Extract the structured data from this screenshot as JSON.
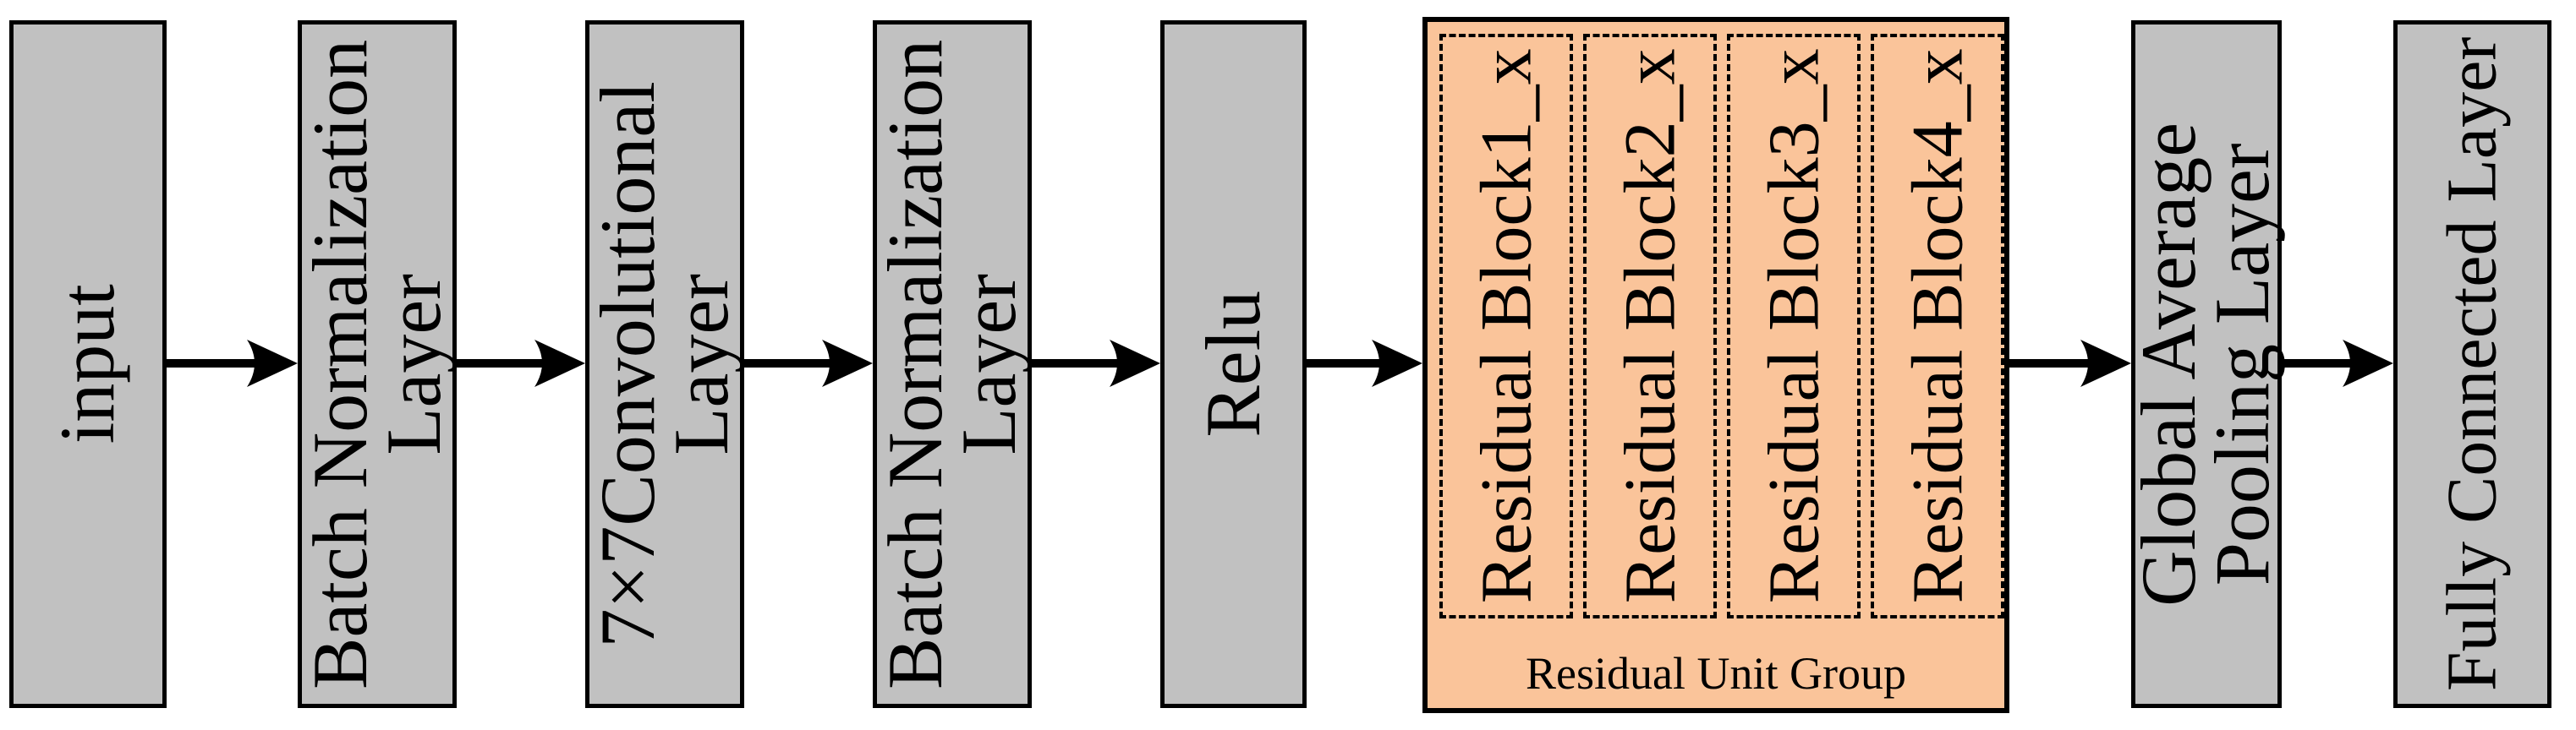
{
  "colors": {
    "box_fill": "#C1C1C1",
    "group_fill": "#FAC49A",
    "line": "#000000"
  },
  "diagram": {
    "blocks": [
      {
        "label": "input"
      },
      {
        "label": "Batch Normalization\nLayer"
      },
      {
        "label": "7×7Convolutional\nLayer"
      },
      {
        "label": "Batch Normalization\nLayer"
      },
      {
        "label": "Relu"
      },
      {
        "label": "Global Average\nPooling Layer"
      },
      {
        "label": "Fully Connected Layer"
      }
    ],
    "residual_group": {
      "label": "Residual Unit Group",
      "blocks": [
        {
          "label": "Residual Block1_x"
        },
        {
          "label": "Residual Block2_x"
        },
        {
          "label": "Residual Block3_x"
        },
        {
          "label": "Residual Block4_x"
        }
      ]
    }
  }
}
